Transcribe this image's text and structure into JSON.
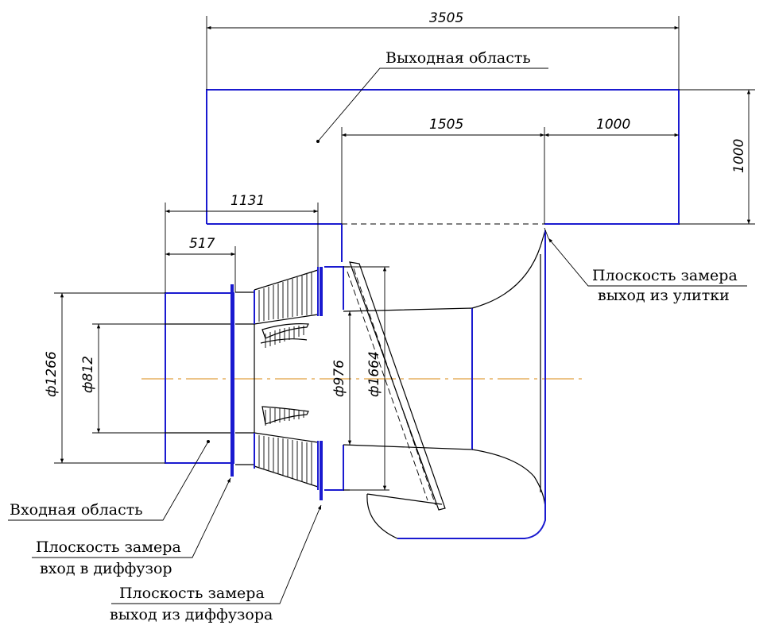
{
  "labels": {
    "outlet_area": "Выходная область",
    "inlet_area": "Входная область",
    "plane_volute_1": "Плоскость замера",
    "plane_volute_2": "выход из улитки",
    "plane_diffuser_in_1": "Плоскость замера",
    "plane_diffuser_in_2": "вход в диффузор",
    "plane_diffuser_out_1": "Плоскость замера",
    "plane_diffuser_out_2": "выход из диффузора"
  },
  "dimensions": {
    "d3505": "3505",
    "d1505": "1505",
    "d1000h": "1000",
    "d1000v": "1000",
    "d1131": "1131",
    "d517": "517",
    "d1266": "ф1266",
    "d812": "ф812",
    "d976": "ф976",
    "d1664": "ф1664"
  },
  "colors": {
    "outline": "#1a1ad0",
    "centerline": "#e0a040",
    "ink": "#000000"
  }
}
